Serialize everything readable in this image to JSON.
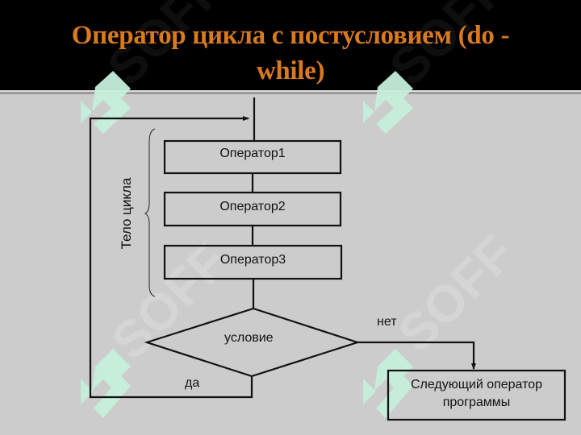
{
  "slide": {
    "title": "Оператор цикла с постусловием (do - while)",
    "title_line1": "Оператор цикла с постусловием (do -",
    "title_line2": "while)",
    "colors": {
      "header_bg": "#000000",
      "title": "#d97a1e",
      "body_bg": "#cccccc",
      "stroke": "#111111",
      "watermark_green": "#c6eedb",
      "watermark_gray": "#bdbdbd"
    }
  },
  "diagram": {
    "body_label": "Тело цикла",
    "operators": [
      {
        "label": "Оператор1"
      },
      {
        "label": "Оператор2"
      },
      {
        "label": "Оператор3"
      }
    ],
    "condition": {
      "label": "условие"
    },
    "yes_label": "да",
    "no_label": "нет",
    "next": {
      "line1": "Следующий оператор",
      "line2": "программы"
    }
  },
  "watermark": {
    "text": "SOFF"
  }
}
